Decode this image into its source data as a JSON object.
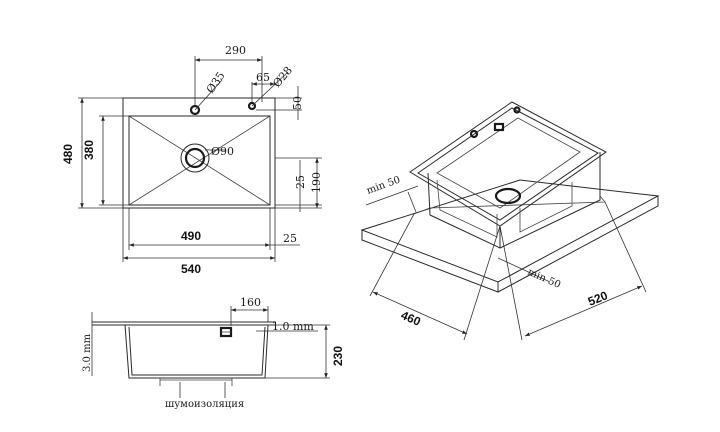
{
  "top_view": {
    "overall_width": "540",
    "overall_depth": "480",
    "bowl_width": "490",
    "bowl_depth": "380",
    "tap_hole_spacing": "290",
    "tap_hole_diameter": "Ø35",
    "accessory_hole_diameter": "Ø28",
    "accessory_offset": "65",
    "hole_offset_front": "50",
    "drain_diameter": "Ø90",
    "drain_offset_small": "25",
    "drain_offset_depth": "190",
    "bowl_offset_side": "25"
  },
  "side_view": {
    "drain_offset": "160",
    "rim_thickness": "1.0 mm",
    "wall_thickness": "3.0 mm",
    "depth": "230",
    "insulation_label": "шумоизоляция"
  },
  "iso_view": {
    "min_left": "min 50",
    "min_front": "min 50",
    "cutout_depth": "460",
    "cutout_width": "520"
  }
}
